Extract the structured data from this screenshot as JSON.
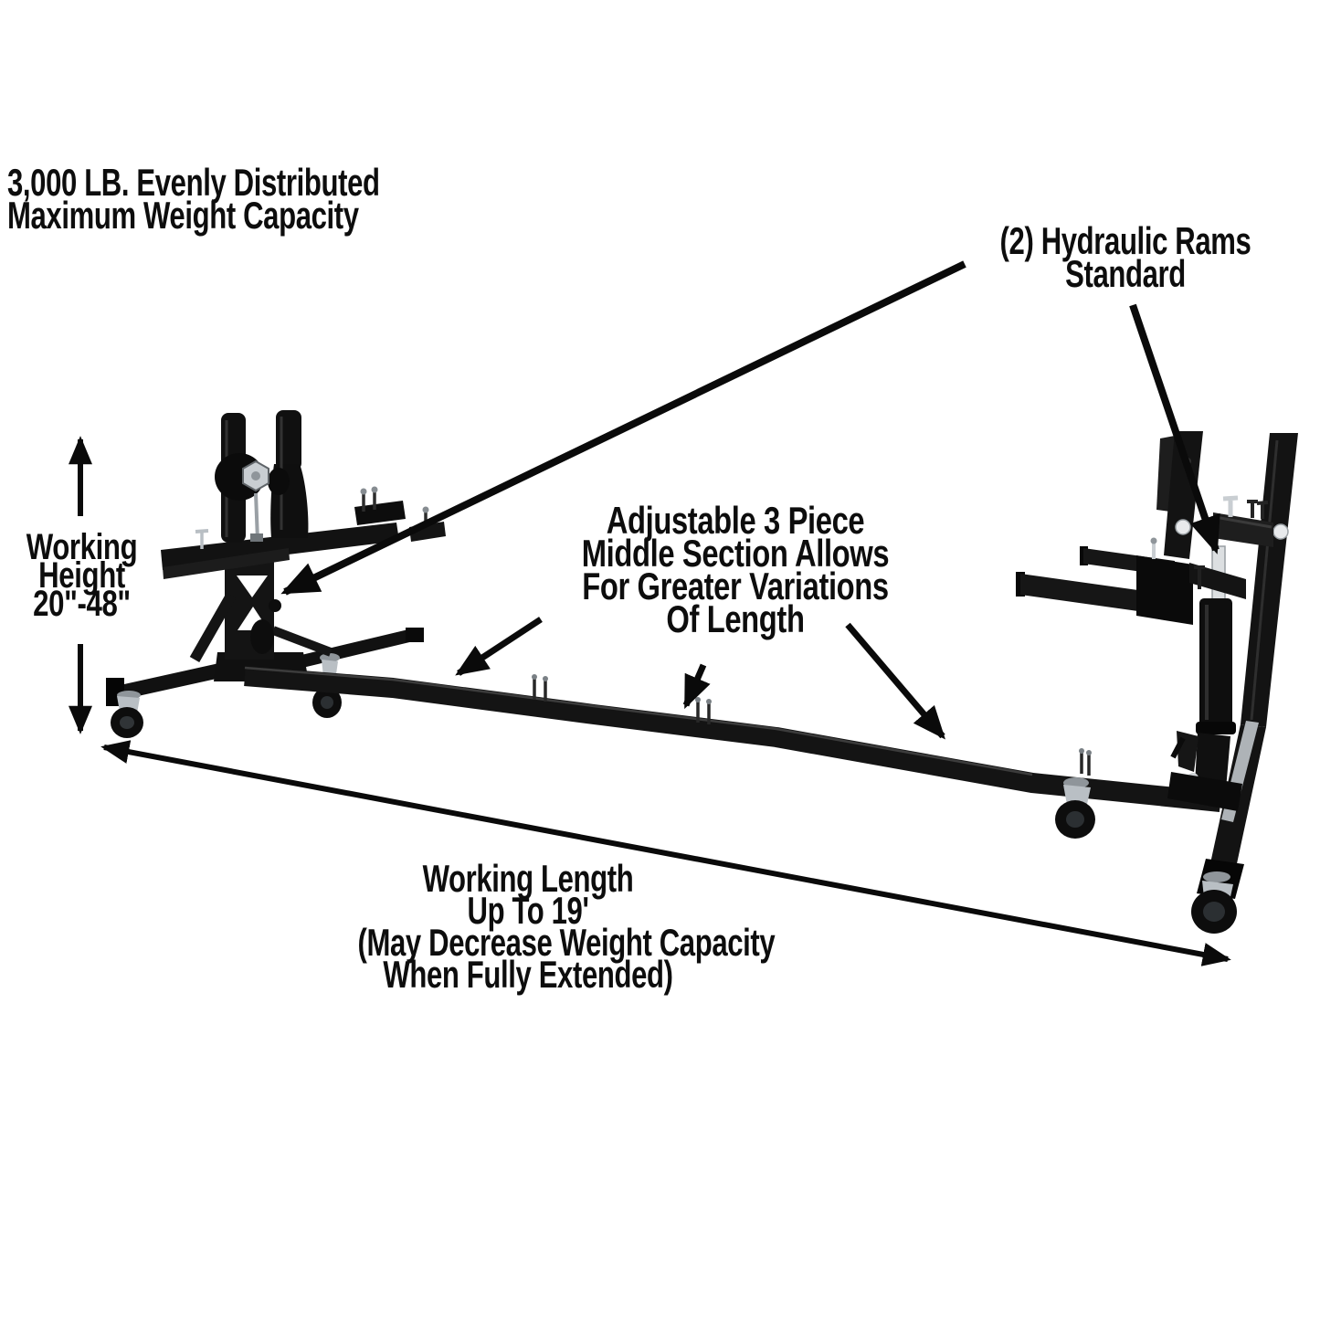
{
  "page": {
    "background": "#ffffff",
    "description": "Motorcycle/vehicle rotisserie lift product diagram"
  },
  "colors": {
    "text": "#0d0d0d",
    "arrow": "#0a0a0a",
    "machine_dark": "#141414",
    "metal_silver": "#b9bfc4",
    "background": "#ffffff"
  },
  "annotations": {
    "capacity": {
      "line1": "3,000 LB. Evenly Distributed",
      "line2": "Maximum Weight Capacity"
    },
    "hydraulic_rams": {
      "line1": "(2) Hydraulic Rams",
      "line2": "Standard"
    },
    "working_height": {
      "line1": "Working",
      "line2": "Height",
      "line3": "20\"-48\""
    },
    "middle_section": {
      "line1": "Adjustable 3 Piece",
      "line2": "Middle Section Allows",
      "line3": "For Greater Variations",
      "line4": "Of Length"
    },
    "working_length": {
      "line1": "Working Length",
      "line2": "Up To 19'",
      "line3": "(May Decrease Weight Capacity",
      "line4": "When Fully Extended)"
    }
  }
}
